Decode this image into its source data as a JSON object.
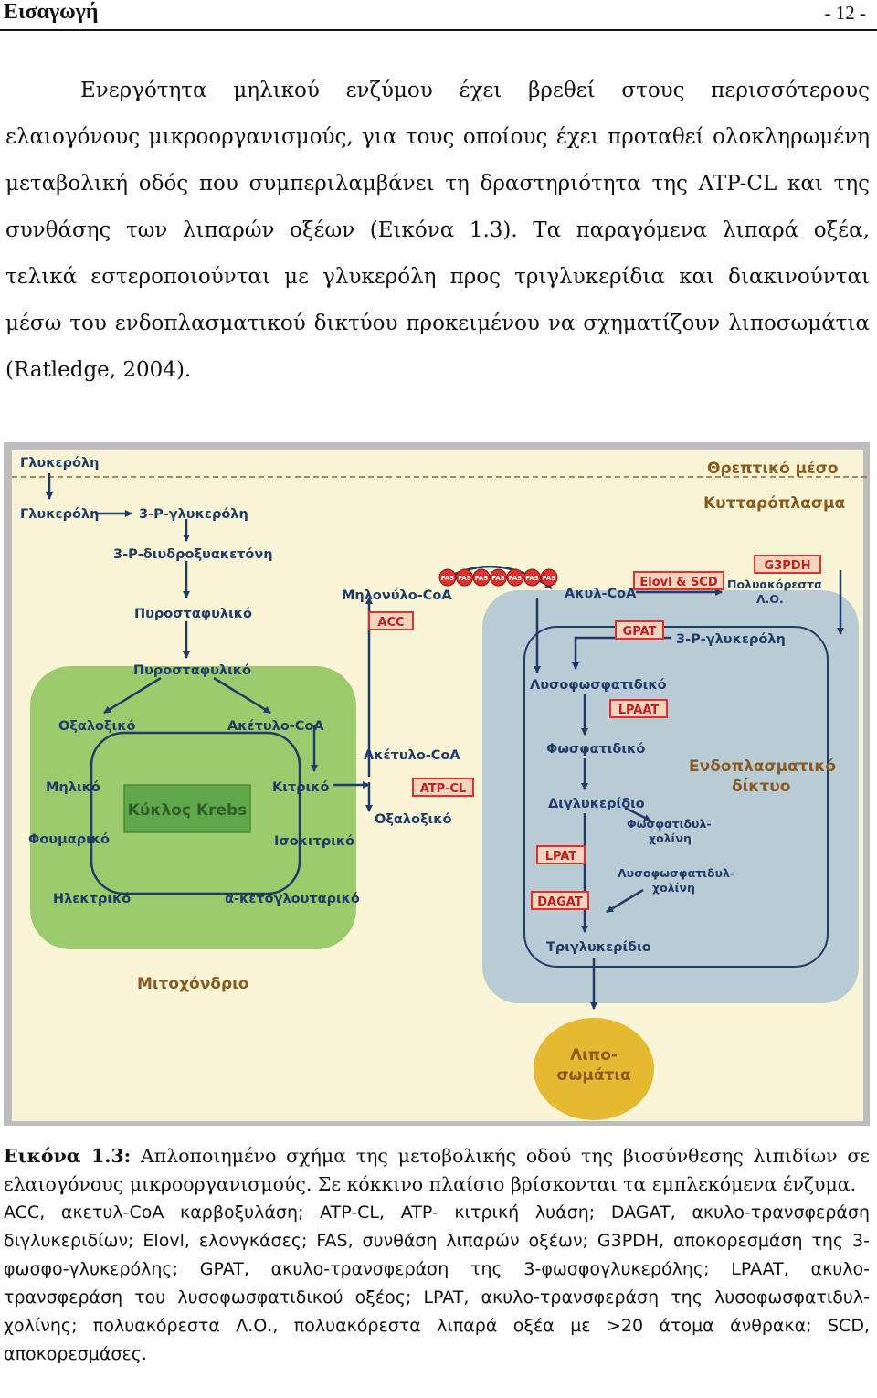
{
  "header": {
    "section": "Εισαγωγή",
    "page": "- 12 -"
  },
  "body_text": "Ενεργότητα μηλικού ενζύμου έχει βρεθεί στους περισσότερους ελαιογόνους μικροοργανισμούς, για τους οποίους έχει προταθεί ολοκληρωμένη μεταβολική οδός που συμπεριλαμβάνει τη δραστηριότητα της ATP-CL και της συνθάσης των λιπαρών οξέων (Εικόνα 1.3). Τα παραγόμενα λιπαρά οξέα, τελικά εστεροποιούνται με γλυκερόλη προς τριγλυκερίδια και διακινούνται μέσω του ενδοπλασματικού δικτύου προκειμένου να σχηματίζουν λιποσωμάτια (Ratledge, 2004).",
  "figure": {
    "regions": {
      "medium": "Θρεπτικό μέσο",
      "cytoplasm": "Κυτταρόπλασμα",
      "mitochondrion": "Μιτοχόνδριο",
      "er_line1": "Ενδοπλασματικό",
      "er_line2": "δίκτυο",
      "lipid_line1": "Λιπο-",
      "lipid_line2": "σωμάτια",
      "krebs": "Κύκλος Krebs"
    },
    "metabolites": {
      "glycerol_out": "Γλυκερόλη",
      "glycerol_in": "Γλυκερόλη",
      "g3p_left": "3-Ρ-γλυκερόλη",
      "dhap": "3-Ρ-διυδροξυακετόνη",
      "pyruvate_cyto": "Πυροσταφυλικό",
      "pyruvate_mito": "Πυροσταφυλικό",
      "oxaloacetate_mito": "Οξαλοξικό",
      "acetyl_coa_mito": "Ακέτυλο-CoA",
      "malate": "Μηλικό",
      "citrate": "Κιτρικό",
      "fumarate": "Φουμαρικό",
      "isocitrate": "Ισοκιτρικό",
      "succinate": "Ηλεκτρικό",
      "a_ketoglutarate": "α-κετογλουταρικό",
      "malonyl_coa": "Μηλονύλο-CoA",
      "acetyl_coa_cyto": "Ακέτυλο-CoA",
      "oxaloacetate_cyto": "Οξαλοξικό",
      "acyl_coa": "Ακυλ-CoA",
      "pufa_line1": "Πολυακόρεστα",
      "pufa_line2": "Λ.Ο.",
      "g3p_right": "3-Ρ-γλυκερόλη",
      "lysophosphatidic": "Λυσοφωσφατιδικό",
      "phosphatidic": "Φωσφατιδικό",
      "diglyceride": "Διγλυκερίδιο",
      "pc_line1": "Φωσφατιδυλ-",
      "pc_line2": "χολίνη",
      "lpc_line1": "Λυσοφωσφατιδυλ-",
      "lpc_line2": "χολίνη",
      "triglyceride": "Τριγλυκερίδιο"
    },
    "enzymes": {
      "g3pdh": "G3PDH",
      "elovl_scd": "Elovl & SCD",
      "acc": "ACC",
      "gpat": "GPAT",
      "lpaat": "LPAAT",
      "atp_cl": "ATP-CL",
      "lpat": "LPAT",
      "dagat": "DAGAT",
      "fas": [
        "FAS",
        "FAS",
        "FAS",
        "FAS",
        "FAS",
        "FAS",
        "FAS"
      ]
    },
    "colors": {
      "background": "#FAF5D7",
      "frame": "#BDBDBD",
      "mito_fill": "#9CCB6E",
      "krebs_fill": "#5FA84A",
      "er_fill": "#B9CCD6",
      "lipid_fill": "#E5B931",
      "enzyme_box": "#E0302C",
      "label_blue": "#1F3B68",
      "label_brown": "#8B5A1E"
    }
  },
  "caption": {
    "label": "Εικόνα 1.3:",
    "text": " Απλοποιημένο σχήμα της μετοβολικής οδού της βιοσύνθεσης λιπιδίων σε ελαιογόνους μικροοργανισμούς. Σε κόκκινο πλαίσιο βρίσκονται τα εμπλεκόμενα ένζυμα.",
    "abbreviations": "ACC, ακετυλ-CoA καρβοξυλάση; ATP-CL, ATP- κιτρική λυάση; DAGAT, ακυλο-τρανσφεράση διγλυκεριδίων; Elovl, ελονγκάσες; FAS, συνθάση λιπαρών οξέων; G3PDH, αποκορεσμάση της 3-φωσφο-γλυκερόλης; GPAT, ακυλο-τρανσφεράση της 3-φωσφογλυκερόλης; LPAAT, ακυλο-τρανσφεράση του λυσοφωσφατιδικού οξέος; LPAT, ακυλο-τρανσφεράση της λυσοφωσφατιδυλ-χολίνης; πολυακόρεστα Λ.Ο., πολυακόρεστα λιπαρά οξέα με >20 άτομα άνθρακα; SCD, αποκορεσμάσες."
  }
}
